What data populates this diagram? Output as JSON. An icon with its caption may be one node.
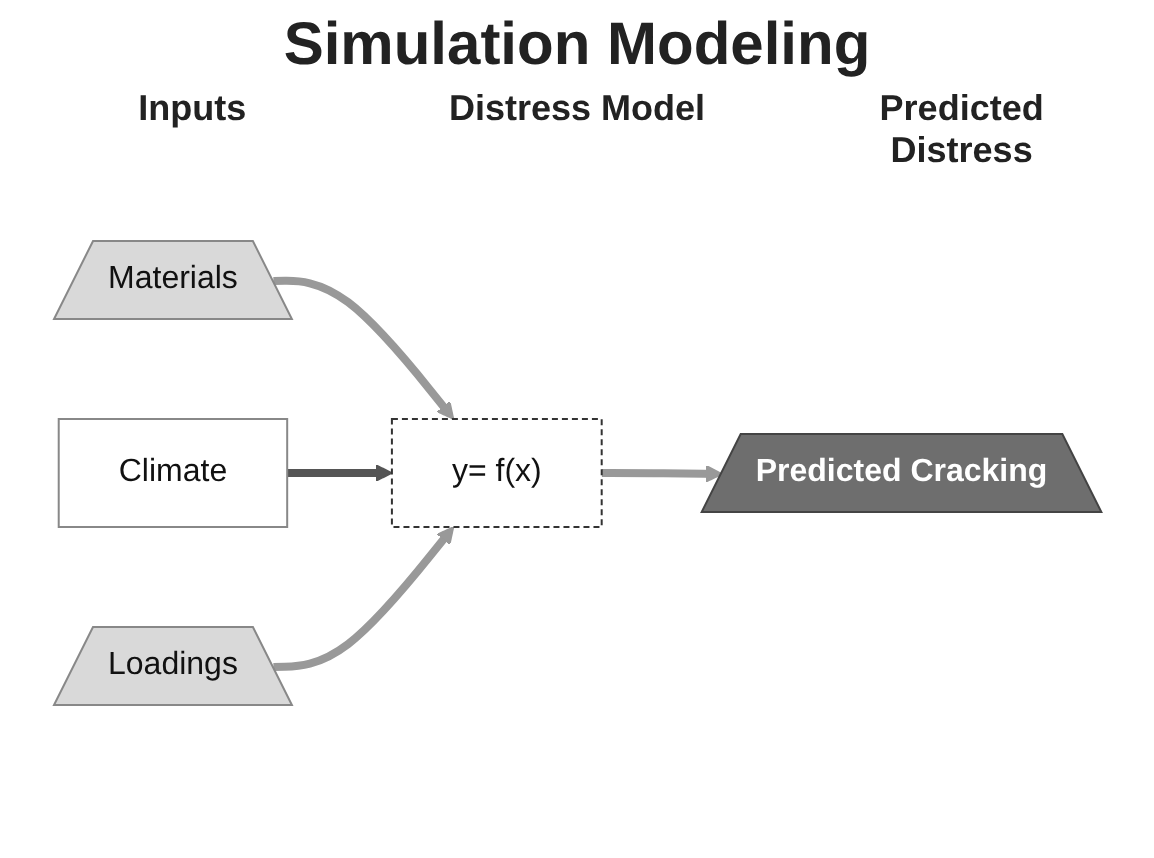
{
  "diagram": {
    "title": "Simulation Modeling",
    "nodes": [
      {
        "text": [
          "Materials"
        ]
      },
      {
        "text": [
          "Climate"
        ]
      },
      {
        "text": [
          "Loadings"
        ]
      },
      {
        "text": [
          "y= f(x)"
        ]
      },
      {
        "text": [
          "Predicted Cracking"
        ]
      }
    ],
    "edges": [
      {
        "from": 0,
        "to": 3,
        "arrow": "to"
      },
      {
        "from": 1,
        "to": 3,
        "arrow": "to",
        "color": "#555555"
      },
      {
        "from": 2,
        "to": 3,
        "arrow": "to"
      },
      {
        "from": 3,
        "to": 4,
        "arrow": "to"
      }
    ],
    "labels": [
      "Inputs",
      "Distress Model",
      "Predicted Distress"
    ]
  }
}
